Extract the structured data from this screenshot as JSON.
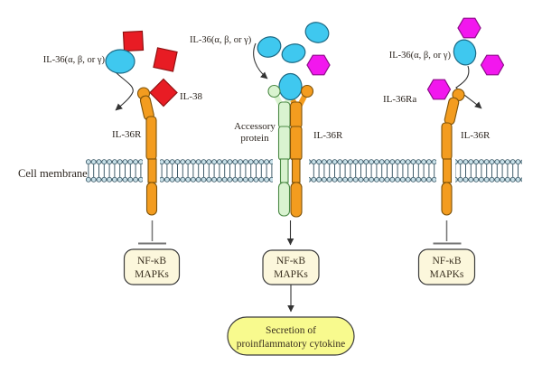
{
  "diagram": {
    "membrane_label": "Cell membrane",
    "panels": {
      "left": {
        "ligand_label": "IL-36(α, β, or γ)",
        "antagonist_label": "IL-38",
        "receptor_label": "IL-36R",
        "signal_box": {
          "line1": "NF-κB",
          "line2": "MAPKs"
        }
      },
      "middle": {
        "ligand_label": "IL-36(α, β, or γ)",
        "accessory_line1": "Accessory",
        "accessory_line2": "protein",
        "receptor_label": "IL-36R",
        "signal_box": {
          "line1": "NF-κB",
          "line2": "MAPKs"
        },
        "outcome_box": {
          "line1": "Secretion of",
          "line2": "proinflammatory cytokine"
        }
      },
      "right": {
        "ligand_label": "IL-36(α, β, or γ)",
        "antagonist_label": "IL-36Ra",
        "receptor_label": "IL-36R",
        "signal_box": {
          "line1": "NF-κB",
          "line2": "MAPKs"
        }
      }
    },
    "colors": {
      "ligand_red": "#e81c24",
      "ligand_cyan": "#3fc8ef",
      "ligand_magenta": "#f217ee",
      "receptor_orange": "#f39c1f",
      "accessory_green": "#d9f3d0",
      "membrane_head": "#c8e0e8",
      "membrane_line": "#2e4d5c",
      "signal_box_fill": "#fcf7dc",
      "outcome_box_fill": "#f8fa8e",
      "inhibit_gray": "#757575"
    }
  }
}
